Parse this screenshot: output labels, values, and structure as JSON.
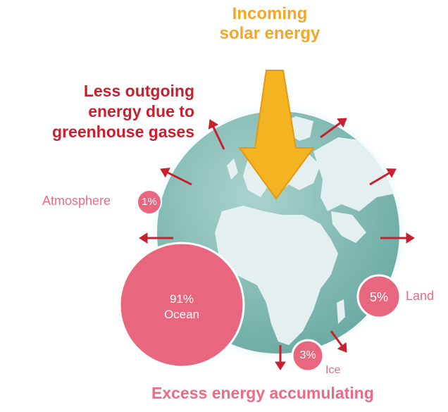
{
  "title": {
    "incoming_line1": "Incoming",
    "incoming_line2": "solar energy"
  },
  "outgoing_label": {
    "line1": "Less outgoing",
    "line2": "energy due to",
    "line3": "greenhouse gases"
  },
  "reservoirs": {
    "atmosphere": {
      "label": "Atmosphere",
      "percent": "1%",
      "value": 1
    },
    "ocean": {
      "percent": "91%",
      "label": "Ocean",
      "value": 91
    },
    "land": {
      "percent": "5%",
      "label": "Land",
      "value": 5
    },
    "ice": {
      "percent": "3%",
      "label": "Ice",
      "value": 3
    }
  },
  "footer": "Excess energy accumulating",
  "colors": {
    "incoming": "#f2a62a",
    "outgoing": "#c8202f",
    "bubbles": "#e8677f",
    "globe_water": "#7fb8b0",
    "globe_land": "#e3efee",
    "glow": "#cfeef6"
  }
}
